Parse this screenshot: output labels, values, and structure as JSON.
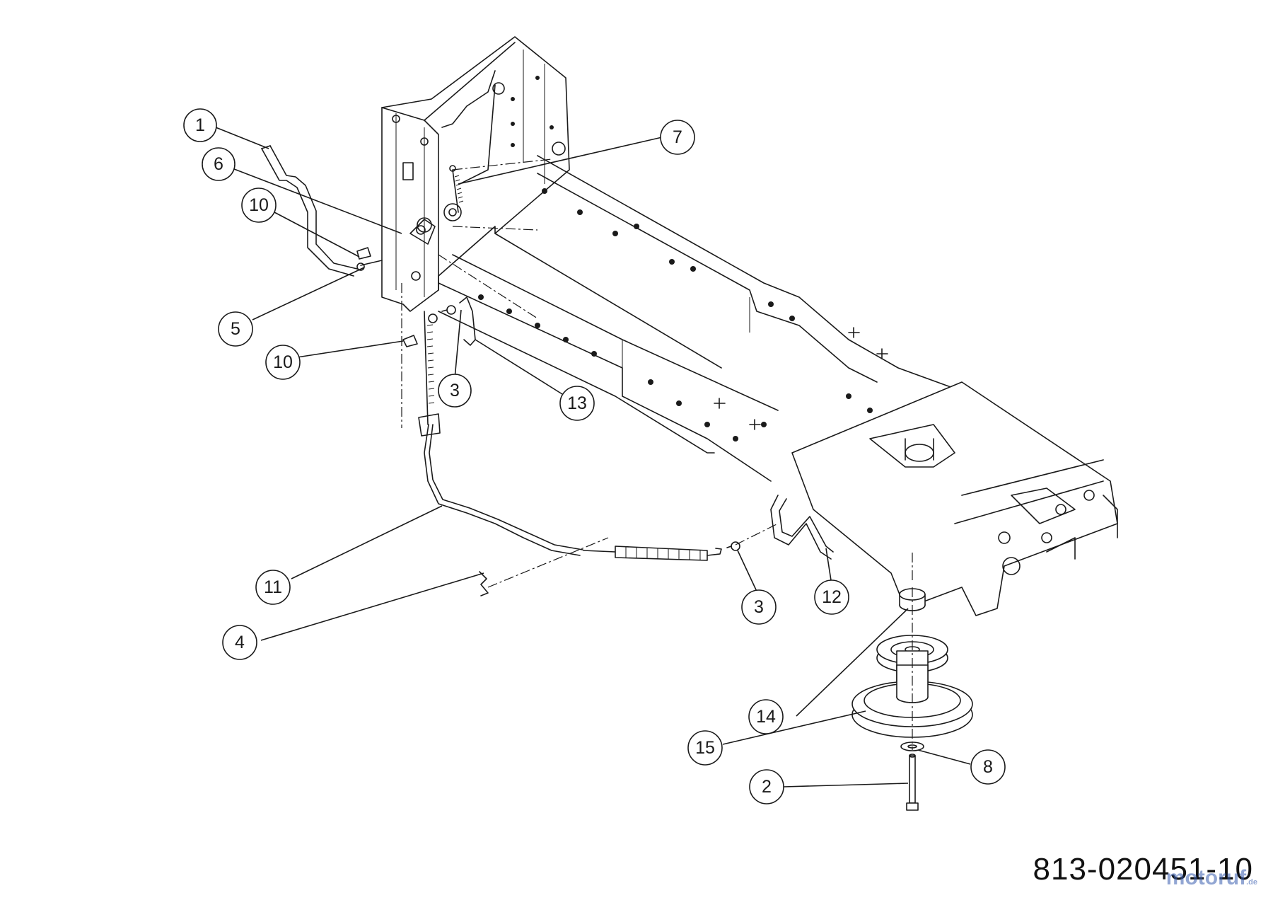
{
  "drawing_number": "813-020451-10",
  "watermark": {
    "brand": "motoruf",
    "suffix": ".de"
  },
  "callouts": [
    {
      "id": "c1",
      "label": "1"
    },
    {
      "id": "c6",
      "label": "6"
    },
    {
      "id": "c10a",
      "label": "10"
    },
    {
      "id": "c7",
      "label": "7"
    },
    {
      "id": "c5",
      "label": "5"
    },
    {
      "id": "c10b",
      "label": "10"
    },
    {
      "id": "c3a",
      "label": "3"
    },
    {
      "id": "c13",
      "label": "13"
    },
    {
      "id": "c11",
      "label": "11"
    },
    {
      "id": "c4",
      "label": "4"
    },
    {
      "id": "c3b",
      "label": "3"
    },
    {
      "id": "c12",
      "label": "12"
    },
    {
      "id": "c14",
      "label": "14"
    },
    {
      "id": "c15",
      "label": "15"
    },
    {
      "id": "c8",
      "label": "8"
    },
    {
      "id": "c2",
      "label": "2"
    }
  ]
}
